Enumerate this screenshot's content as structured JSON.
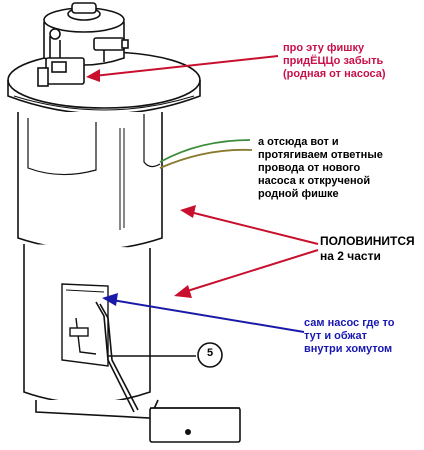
{
  "annotations": {
    "connector_note": "про эту фишку\nпридЁЦЦо забыть\n(родная от насоса)",
    "wires_note": "а отсюда вот и\nпротягиваем ответные\nпровода от нового\nнасоса к открученой\nродной фишке",
    "halves_note": "ПОЛОВИНИТСЯ\nна 2 части",
    "pump_note": "сам насос где то\nтут и обжат\nвнутри хомутом"
  },
  "callout_number": "5",
  "colors": {
    "connector_note": "#c8104a",
    "wires_note": "#000000",
    "halves_note": "#000000",
    "pump_note": "#1818b0",
    "arrow_red": "#c8102e",
    "arrow_blue": "#1a1aa8",
    "wire_green": "#3c8c3c",
    "line": "#111111"
  }
}
